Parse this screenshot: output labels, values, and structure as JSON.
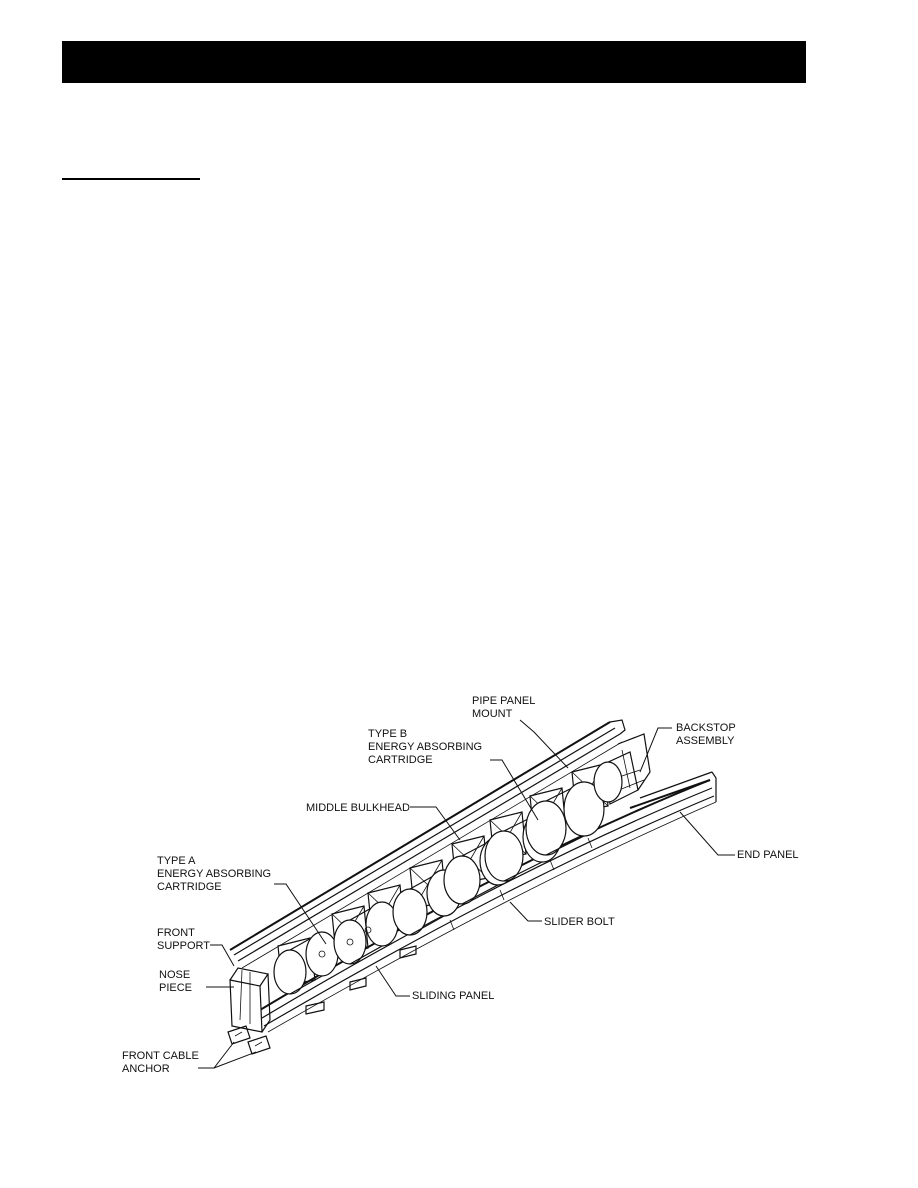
{
  "header": {
    "title": ""
  },
  "section": {
    "heading": ""
  },
  "diagram": {
    "labels": {
      "pipe_panel_mount": [
        "PIPE PANEL",
        "MOUNT"
      ],
      "backstop_assembly": [
        "BACKSTOP",
        "ASSEMBLY"
      ],
      "type_b": [
        "TYPE B",
        "ENERGY ABSORBING",
        "CARTRIDGE"
      ],
      "middle_bulkhead": [
        "MIDDLE BULKHEAD"
      ],
      "end_panel": [
        "END PANEL"
      ],
      "type_a": [
        "TYPE A",
        "ENERGY ABSORBING",
        "CARTRIDGE"
      ],
      "slider_bolt": [
        "SLIDER BOLT"
      ],
      "front_support": [
        "FRONT",
        "SUPPORT"
      ],
      "nose_piece": [
        "NOSE",
        "PIECE"
      ],
      "sliding_panel": [
        "SLIDING PANEL"
      ],
      "front_cable_anchor": [
        "FRONT CABLE",
        "ANCHOR"
      ]
    }
  }
}
